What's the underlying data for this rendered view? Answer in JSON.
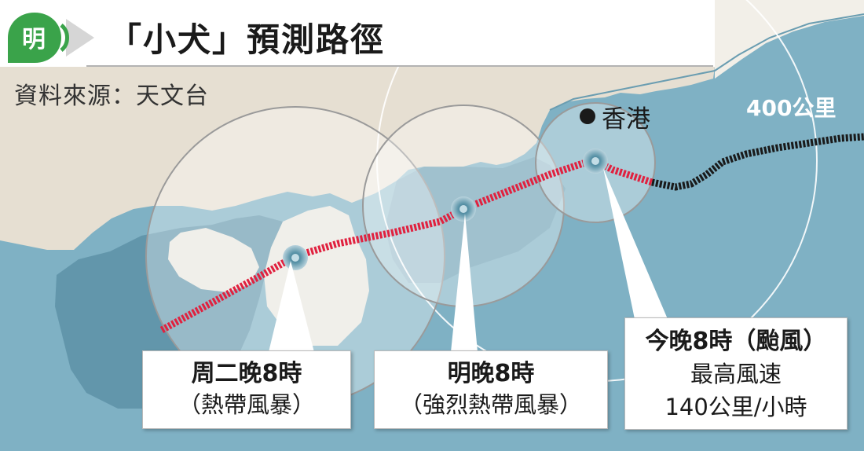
{
  "header": {
    "logo_text": "明",
    "title": "「小犬」預測路徑",
    "source": "資料來源：天文台"
  },
  "map": {
    "hong_kong_label": "香港",
    "radius_label": "400公里"
  },
  "callouts": {
    "tuesday": {
      "time": "周二晚8時",
      "status": "（熱帶風暴）"
    },
    "tomorrow": {
      "time": "明晚8時",
      "status": "（強烈熱帶風暴）"
    },
    "tonight": {
      "time": "今晚8時（颱風）",
      "status": "最高風速",
      "speed": "140公里/小時"
    }
  },
  "colors": {
    "sea": "#7fb1c4",
    "land": "#e8e1d6",
    "island": "#e9e6df",
    "forecast_track": "#e0213f",
    "past_track": "#1a1a1a",
    "logo": "#3aa34a"
  },
  "icons": {
    "typhoon": "typhoon-eye-icon",
    "location": "city-dot-icon"
  }
}
